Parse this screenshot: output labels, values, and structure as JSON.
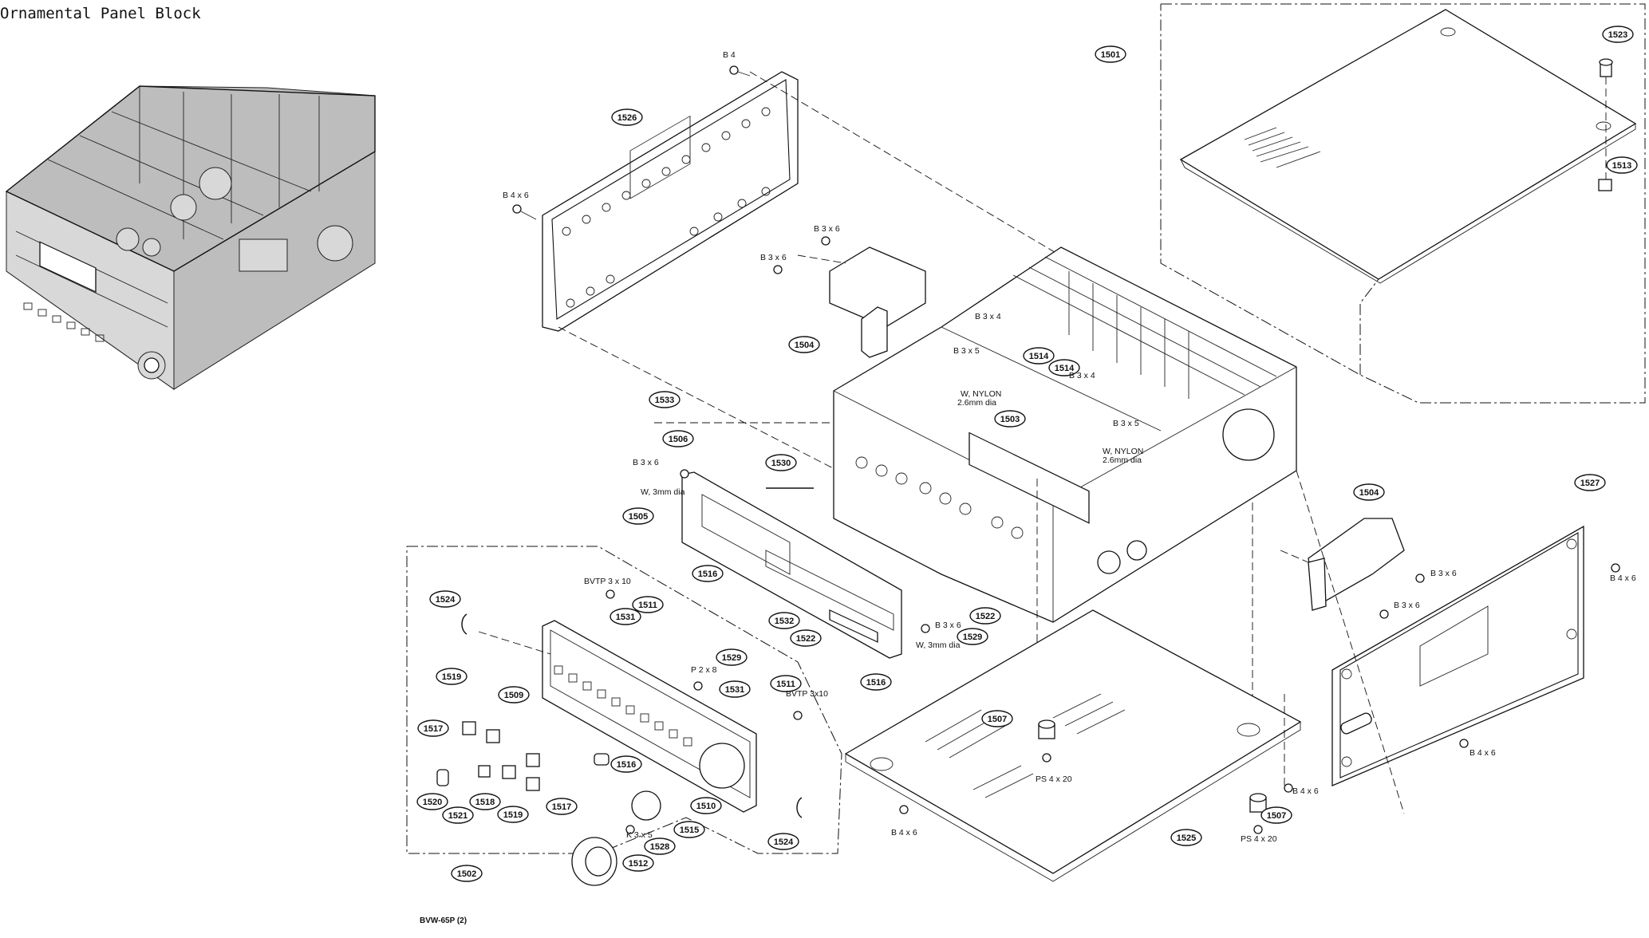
{
  "title": "Ornamental Panel Block",
  "model_code": "BVW-65P (2)",
  "callouts": [
    {
      "id": "c1501",
      "text": "1501"
    },
    {
      "id": "c1502",
      "text": "1502"
    },
    {
      "id": "c1503",
      "text": "1503"
    },
    {
      "id": "c1504a",
      "text": "1504"
    },
    {
      "id": "c1504b",
      "text": "1504"
    },
    {
      "id": "c1505",
      "text": "1505"
    },
    {
      "id": "c1506",
      "text": "1506"
    },
    {
      "id": "c1507a",
      "text": "1507"
    },
    {
      "id": "c1507b",
      "text": "1507"
    },
    {
      "id": "c1509",
      "text": "1509"
    },
    {
      "id": "c1510",
      "text": "1510"
    },
    {
      "id": "c1511a",
      "text": "1511"
    },
    {
      "id": "c1511b",
      "text": "1511"
    },
    {
      "id": "c1512",
      "text": "1512"
    },
    {
      "id": "c1513",
      "text": "1513"
    },
    {
      "id": "c1514a",
      "text": "1514"
    },
    {
      "id": "c1514b",
      "text": "1514"
    },
    {
      "id": "c1515",
      "text": "1515"
    },
    {
      "id": "c1516a",
      "text": "1516"
    },
    {
      "id": "c1516b",
      "text": "1516"
    },
    {
      "id": "c1516c",
      "text": "1516"
    },
    {
      "id": "c1517a",
      "text": "1517"
    },
    {
      "id": "c1517b",
      "text": "1517"
    },
    {
      "id": "c1518",
      "text": "1518"
    },
    {
      "id": "c1519a",
      "text": "1519"
    },
    {
      "id": "c1519b",
      "text": "1519"
    },
    {
      "id": "c1520",
      "text": "1520"
    },
    {
      "id": "c1521",
      "text": "1521"
    },
    {
      "id": "c1522a",
      "text": "1522"
    },
    {
      "id": "c1522b",
      "text": "1522"
    },
    {
      "id": "c1523",
      "text": "1523"
    },
    {
      "id": "c1524a",
      "text": "1524"
    },
    {
      "id": "c1524b",
      "text": "1524"
    },
    {
      "id": "c1525",
      "text": "1525"
    },
    {
      "id": "c1526",
      "text": "1526"
    },
    {
      "id": "c1527",
      "text": "1527"
    },
    {
      "id": "c1528",
      "text": "1528"
    },
    {
      "id": "c1529a",
      "text": "1529"
    },
    {
      "id": "c1529b",
      "text": "1529"
    },
    {
      "id": "c1530",
      "text": "1530"
    },
    {
      "id": "c1531a",
      "text": "1531"
    },
    {
      "id": "c1531b",
      "text": "1531"
    },
    {
      "id": "c1532",
      "text": "1532"
    },
    {
      "id": "c1533",
      "text": "1533"
    }
  ],
  "labels": [
    {
      "id": "l_b4_top",
      "text": "B 4"
    },
    {
      "id": "l_b4x6_left",
      "text": "B 4 x 6"
    },
    {
      "id": "l_b3x6_a",
      "text": "B 3 x 6"
    },
    {
      "id": "l_b3x6_b",
      "text": "B 3 x 6"
    },
    {
      "id": "l_b3x4_a",
      "text": "B 3 x 4"
    },
    {
      "id": "l_b3x5_a",
      "text": "B 3 x 5"
    },
    {
      "id": "l_b3x4_b",
      "text": "B 3 x 4"
    },
    {
      "id": "l_nylon_a1",
      "text": "W, NYLON"
    },
    {
      "id": "l_nylon_a2",
      "text": "2.6mm dia"
    },
    {
      "id": "l_b3x5_b",
      "text": "B 3 x 5"
    },
    {
      "id": "l_nylon_b1",
      "text": "W, NYLON"
    },
    {
      "id": "l_nylon_b2",
      "text": "2.6mm dia"
    },
    {
      "id": "l_b3x6_c",
      "text": "B 3 x 6"
    },
    {
      "id": "l_w3mm_a",
      "text": "W, 3mm dia"
    },
    {
      "id": "l_b3x6_d",
      "text": "B 3 x 6"
    },
    {
      "id": "l_w3mm_b",
      "text": "W, 3mm dia"
    },
    {
      "id": "l_b3x6_e",
      "text": "B 3 x 6"
    },
    {
      "id": "l_b3x6_f",
      "text": "B 3 x 6"
    },
    {
      "id": "l_b4x6_r1",
      "text": "B 4 x 6"
    },
    {
      "id": "l_b4x6_r2",
      "text": "B 4 x 6"
    },
    {
      "id": "l_b4x6_r3",
      "text": "B 4 x 6"
    },
    {
      "id": "l_b4x6_bot",
      "text": "B 4 x 6"
    },
    {
      "id": "l_ps4x20_a",
      "text": "PS 4 x 20"
    },
    {
      "id": "l_ps4x20_b",
      "text": "PS 4 x 20"
    },
    {
      "id": "l_bvtp3x10_a",
      "text": "BVTP 3 x 10"
    },
    {
      "id": "l_bvtp3x10_b",
      "text": "BVTP 3x10"
    },
    {
      "id": "l_p2x8",
      "text": "P 2 x 8"
    },
    {
      "id": "l_k3x5",
      "text": "K 3 x 5"
    }
  ]
}
